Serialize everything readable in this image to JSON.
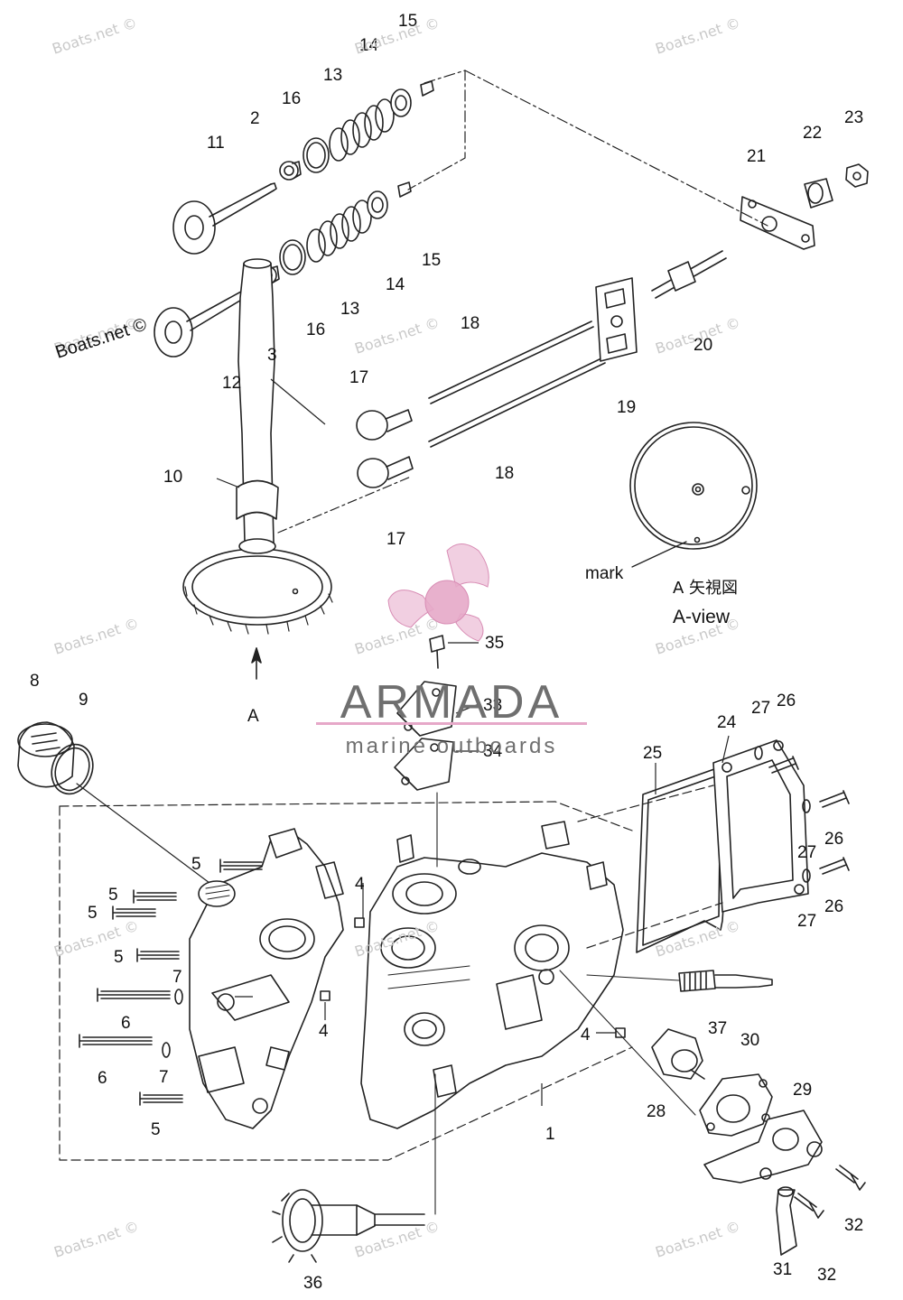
{
  "diagram": {
    "part_numbers": [
      "1",
      "2",
      "3",
      "4",
      "5",
      "6",
      "7",
      "8",
      "9",
      "10",
      "11",
      "12",
      "13",
      "14",
      "15",
      "16",
      "17",
      "18",
      "19",
      "20",
      "21",
      "22",
      "23",
      "24",
      "25",
      "26",
      "27",
      "28",
      "29",
      "30",
      "31",
      "32",
      "33",
      "34",
      "35",
      "36",
      "37"
    ],
    "view_marker": "A",
    "view_caption_jp": "A 矢視図",
    "view_caption_en": "A-view",
    "mark_label": "mark"
  },
  "watermark": {
    "text": "Boats.net ©"
  },
  "brand": {
    "name": "ARMADA",
    "tagline": "marine outboards",
    "accent_color": "#e6a8c8",
    "text_color": "#6f6f6f"
  }
}
